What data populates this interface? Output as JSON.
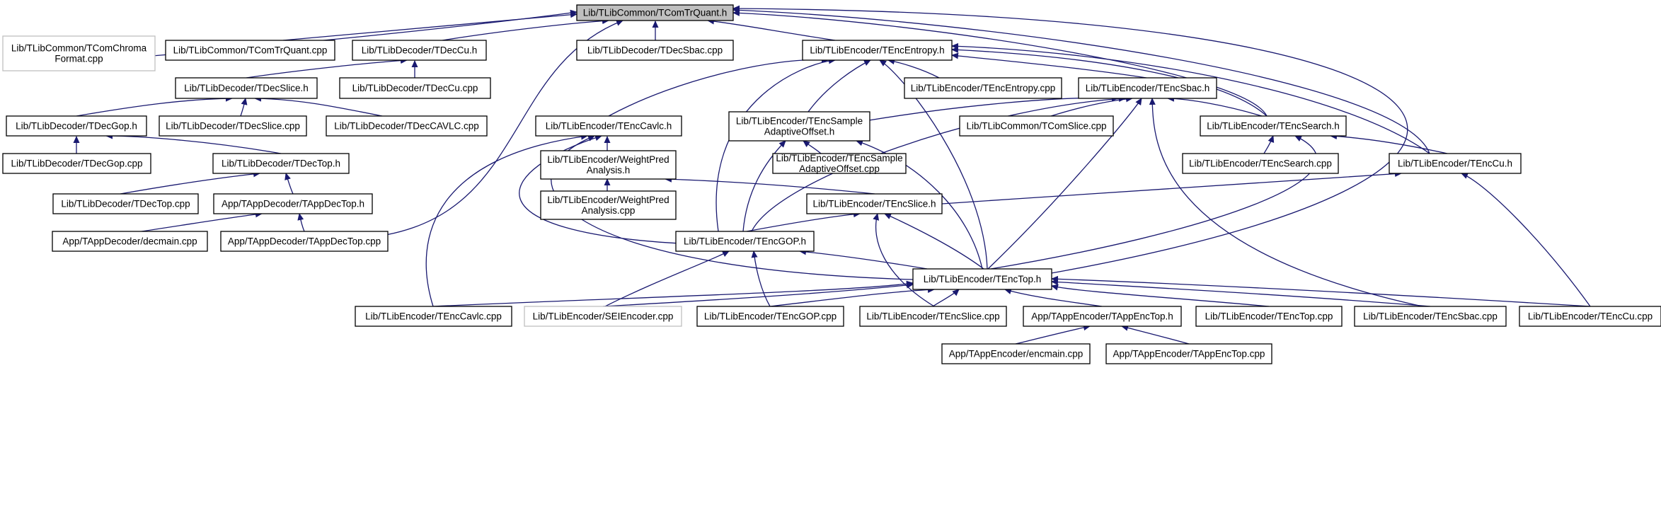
{
  "colors": {
    "edge": "#191970",
    "root_fill": "#bfbfbf",
    "grey_border": "#bfbfbf"
  },
  "nodes": [
    {
      "id": "n0",
      "lines": [
        "Lib/TLibCommon/TComTrQuant.h"
      ],
      "style": "root"
    },
    {
      "id": "n1",
      "lines": [
        "Lib/TLibCommon/TComChroma",
        "Format.cpp"
      ],
      "style": "grey"
    },
    {
      "id": "n2",
      "lines": [
        "Lib/TLibCommon/TComTrQuant.cpp"
      ]
    },
    {
      "id": "n3",
      "lines": [
        "Lib/TLibDecoder/TDecCu.h"
      ]
    },
    {
      "id": "n4",
      "lines": [
        "Lib/TLibDecoder/TDecSbac.cpp"
      ]
    },
    {
      "id": "n5",
      "lines": [
        "Lib/TLibEncoder/TEncEntropy.h"
      ]
    },
    {
      "id": "n6",
      "lines": [
        "Lib/TLibDecoder/TDecSlice.h"
      ]
    },
    {
      "id": "n7",
      "lines": [
        "Lib/TLibDecoder/TDecCu.cpp"
      ]
    },
    {
      "id": "n8",
      "lines": [
        "Lib/TLibEncoder/TEncEntropy.cpp"
      ]
    },
    {
      "id": "n9",
      "lines": [
        "Lib/TLibEncoder/TEncSbac.h"
      ]
    },
    {
      "id": "n10",
      "lines": [
        "Lib/TLibDecoder/TDecGop.h"
      ]
    },
    {
      "id": "n11",
      "lines": [
        "Lib/TLibDecoder/TDecSlice.cpp"
      ]
    },
    {
      "id": "n12",
      "lines": [
        "Lib/TLibDecoder/TDecCAVLC.cpp"
      ]
    },
    {
      "id": "n13",
      "lines": [
        "Lib/TLibEncoder/TEncCavlc.h"
      ]
    },
    {
      "id": "n14",
      "lines": [
        "Lib/TLibEncoder/TEncSample",
        "AdaptiveOffset.h"
      ]
    },
    {
      "id": "n15",
      "lines": [
        "Lib/TLibCommon/TComSlice.cpp"
      ]
    },
    {
      "id": "n16",
      "lines": [
        "Lib/TLibEncoder/TEncSearch.h"
      ]
    },
    {
      "id": "n17",
      "lines": [
        "Lib/TLibDecoder/TDecGop.cpp"
      ]
    },
    {
      "id": "n18",
      "lines": [
        "Lib/TLibDecoder/TDecTop.h"
      ]
    },
    {
      "id": "n19",
      "lines": [
        "Lib/TLibEncoder/WeightPred",
        "Analysis.h"
      ]
    },
    {
      "id": "n20",
      "lines": [
        "Lib/TLibEncoder/TEncSample",
        "AdaptiveOffset.cpp"
      ]
    },
    {
      "id": "n21",
      "lines": [
        "Lib/TLibEncoder/TEncSearch.cpp"
      ]
    },
    {
      "id": "n22",
      "lines": [
        "Lib/TLibEncoder/TEncCu.h"
      ]
    },
    {
      "id": "n23",
      "lines": [
        "Lib/TLibDecoder/TDecTop.cpp"
      ]
    },
    {
      "id": "n24",
      "lines": [
        "App/TAppDecoder/TAppDecTop.h"
      ]
    },
    {
      "id": "n25",
      "lines": [
        "Lib/TLibEncoder/WeightPred",
        "Analysis.cpp"
      ]
    },
    {
      "id": "n26",
      "lines": [
        "Lib/TLibEncoder/TEncSlice.h"
      ]
    },
    {
      "id": "n27",
      "lines": [
        "App/TAppDecoder/decmain.cpp"
      ]
    },
    {
      "id": "n28",
      "lines": [
        "App/TAppDecoder/TAppDecTop.cpp"
      ]
    },
    {
      "id": "n29",
      "lines": [
        "Lib/TLibEncoder/TEncGOP.h"
      ]
    },
    {
      "id": "n30",
      "lines": [
        "Lib/TLibEncoder/TEncTop.h"
      ]
    },
    {
      "id": "n31",
      "lines": [
        "Lib/TLibEncoder/TEncCavlc.cpp"
      ]
    },
    {
      "id": "n32",
      "lines": [
        "Lib/TLibEncoder/SEIEncoder.cpp"
      ],
      "style": "grey"
    },
    {
      "id": "n33",
      "lines": [
        "Lib/TLibEncoder/TEncGOP.cpp"
      ]
    },
    {
      "id": "n34",
      "lines": [
        "Lib/TLibEncoder/TEncSlice.cpp"
      ]
    },
    {
      "id": "n35",
      "lines": [
        "App/TAppEncoder/TAppEncTop.h"
      ]
    },
    {
      "id": "n36",
      "lines": [
        "Lib/TLibEncoder/TEncTop.cpp"
      ]
    },
    {
      "id": "n37",
      "lines": [
        "Lib/TLibEncoder/TEncSbac.cpp"
      ]
    },
    {
      "id": "n38",
      "lines": [
        "Lib/TLibEncoder/TEncCu.cpp"
      ]
    },
    {
      "id": "n39",
      "lines": [
        "App/TAppEncoder/encmain.cpp"
      ]
    },
    {
      "id": "n40",
      "lines": [
        "App/TAppEncoder/TAppEncTop.cpp"
      ]
    }
  ],
  "edges": [
    [
      "n1",
      "n0"
    ],
    [
      "n2",
      "n0"
    ],
    [
      "n3",
      "n0"
    ],
    [
      "n4",
      "n0"
    ],
    [
      "n5",
      "n0"
    ],
    [
      "n18",
      "n0"
    ],
    [
      "n16",
      "n0"
    ],
    [
      "n22",
      "n0"
    ],
    [
      "n30",
      "n0"
    ],
    [
      "n6",
      "n3"
    ],
    [
      "n7",
      "n3"
    ],
    [
      "n10",
      "n6"
    ],
    [
      "n11",
      "n6"
    ],
    [
      "n12",
      "n6"
    ],
    [
      "n17",
      "n10"
    ],
    [
      "n18",
      "n10"
    ],
    [
      "n23",
      "n18"
    ],
    [
      "n24",
      "n18"
    ],
    [
      "n27",
      "n24"
    ],
    [
      "n28",
      "n24"
    ],
    [
      "n8",
      "n5"
    ],
    [
      "n9",
      "n5"
    ],
    [
      "n13",
      "n5"
    ],
    [
      "n14",
      "n5"
    ],
    [
      "n16",
      "n5"
    ],
    [
      "n22",
      "n5"
    ],
    [
      "n29",
      "n5"
    ],
    [
      "n30",
      "n5"
    ],
    [
      "n14",
      "n9"
    ],
    [
      "n15",
      "n9"
    ],
    [
      "n16",
      "n9"
    ],
    [
      "n29",
      "n9"
    ],
    [
      "n30",
      "n9"
    ],
    [
      "n37",
      "n9"
    ],
    [
      "n19",
      "n13"
    ],
    [
      "n29",
      "n13"
    ],
    [
      "n30",
      "n13"
    ],
    [
      "n31",
      "n13"
    ],
    [
      "n20",
      "n14"
    ],
    [
      "n29",
      "n14"
    ],
    [
      "n30",
      "n14"
    ],
    [
      "n21",
      "n16"
    ],
    [
      "n22",
      "n16"
    ],
    [
      "n30",
      "n16"
    ],
    [
      "n25",
      "n19"
    ],
    [
      "n26",
      "n19"
    ],
    [
      "n26",
      "n22"
    ],
    [
      "n38",
      "n22"
    ],
    [
      "n29",
      "n26"
    ],
    [
      "n30",
      "n26"
    ],
    [
      "n34",
      "n26"
    ],
    [
      "n30",
      "n29"
    ],
    [
      "n32",
      "n29"
    ],
    [
      "n33",
      "n29"
    ],
    [
      "n31",
      "n30"
    ],
    [
      "n32",
      "n30"
    ],
    [
      "n33",
      "n30"
    ],
    [
      "n34",
      "n30"
    ],
    [
      "n35",
      "n30"
    ],
    [
      "n36",
      "n30"
    ],
    [
      "n37",
      "n30"
    ],
    [
      "n38",
      "n30"
    ],
    [
      "n39",
      "n35"
    ],
    [
      "n40",
      "n35"
    ]
  ]
}
